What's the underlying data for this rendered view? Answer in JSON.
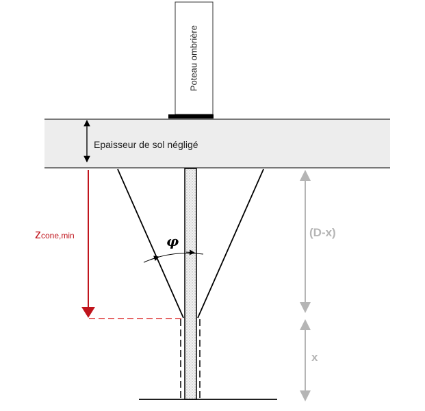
{
  "labels": {
    "post": "Poteau ombrière",
    "soil_thickness": "Epaisseur de sol négligé",
    "z_main": "z",
    "z_sub": "cone,min",
    "phi": "φ",
    "d_minus_x": "(D-x)",
    "x": "x"
  },
  "colors": {
    "red": "#c0141c",
    "gray": "#b5b5b5",
    "soil": "#ededed"
  }
}
